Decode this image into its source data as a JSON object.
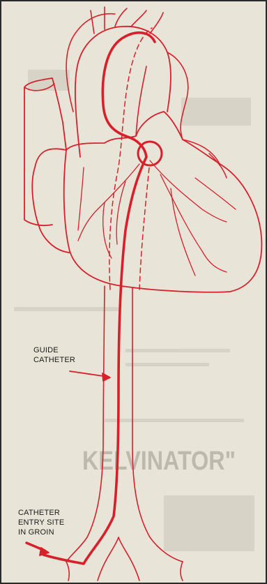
{
  "labels": {
    "guide_catheter": "GUIDE\nCATHETER",
    "entry_site": "CATHETER\nENTRY SITE\nIN GROIN"
  },
  "show_through_text": {
    "kelvinator": "KELVINATOR\""
  },
  "colors": {
    "ink": "#d8202b",
    "paper": "#e9e4d8",
    "show_through": "#9c978a"
  }
}
